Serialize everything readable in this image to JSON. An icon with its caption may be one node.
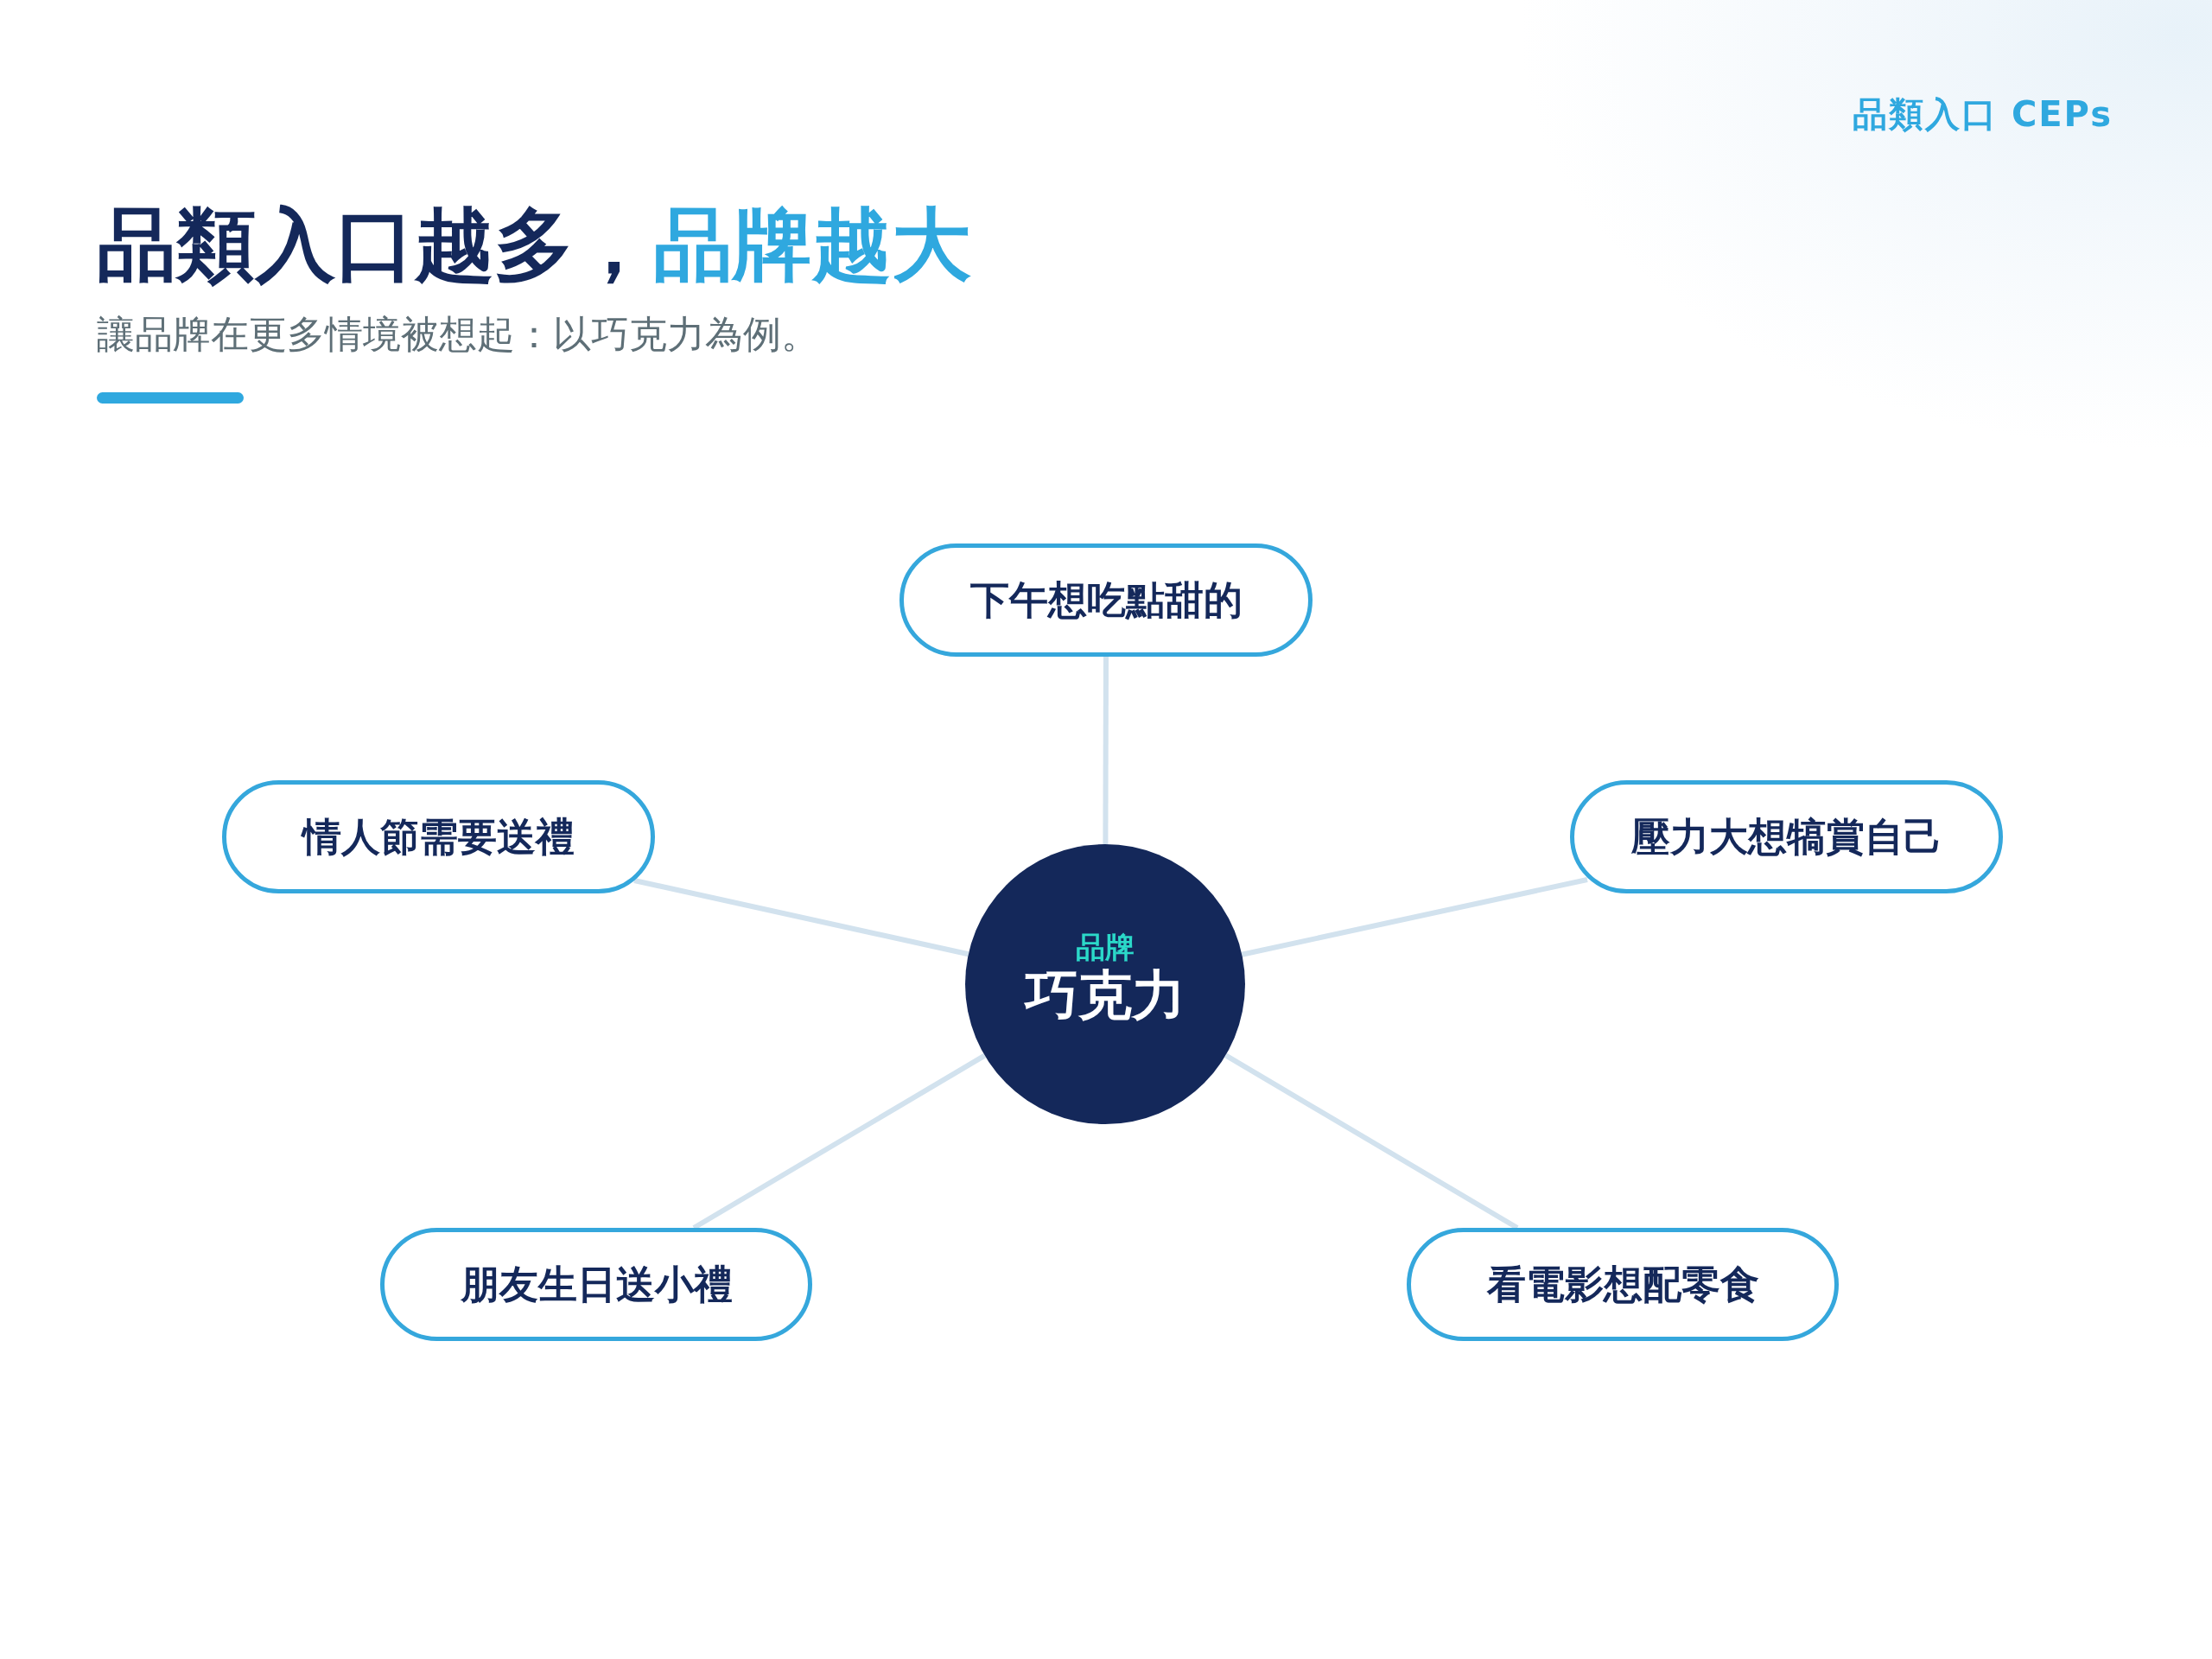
{
  "diagram": {
    "title": "品類入口越多，**品牌越大**",
    "nodes": [
      {
        "text": [
          "下午想吃點甜的"
        ]
      },
      {
        "text": [
          "情人節需要送禮"
        ]
      },
      {
        "text": [
          "壓力大想犒賞自己"
        ]
      },
      {
        "text": [
          "品牌",
          "巧克力"
        ]
      },
      {
        "text": [
          "朋友生日送小禮"
        ]
      },
      {
        "text": [
          "看電影想配零食"
        ]
      }
    ],
    "edges": [
      {
        "from": 3,
        "to": 0,
        "arrow": "none"
      },
      {
        "from": 3,
        "to": 1,
        "arrow": "none"
      },
      {
        "from": 3,
        "to": 2,
        "arrow": "none"
      },
      {
        "from": 3,
        "to": 4,
        "arrow": "none"
      },
      {
        "from": 3,
        "to": 5,
        "arrow": "none"
      }
    ],
    "labels": [
      "品類入口 CEPs",
      "讓品牌在更多情境被想起：以巧克力為例。"
    ]
  }
}
